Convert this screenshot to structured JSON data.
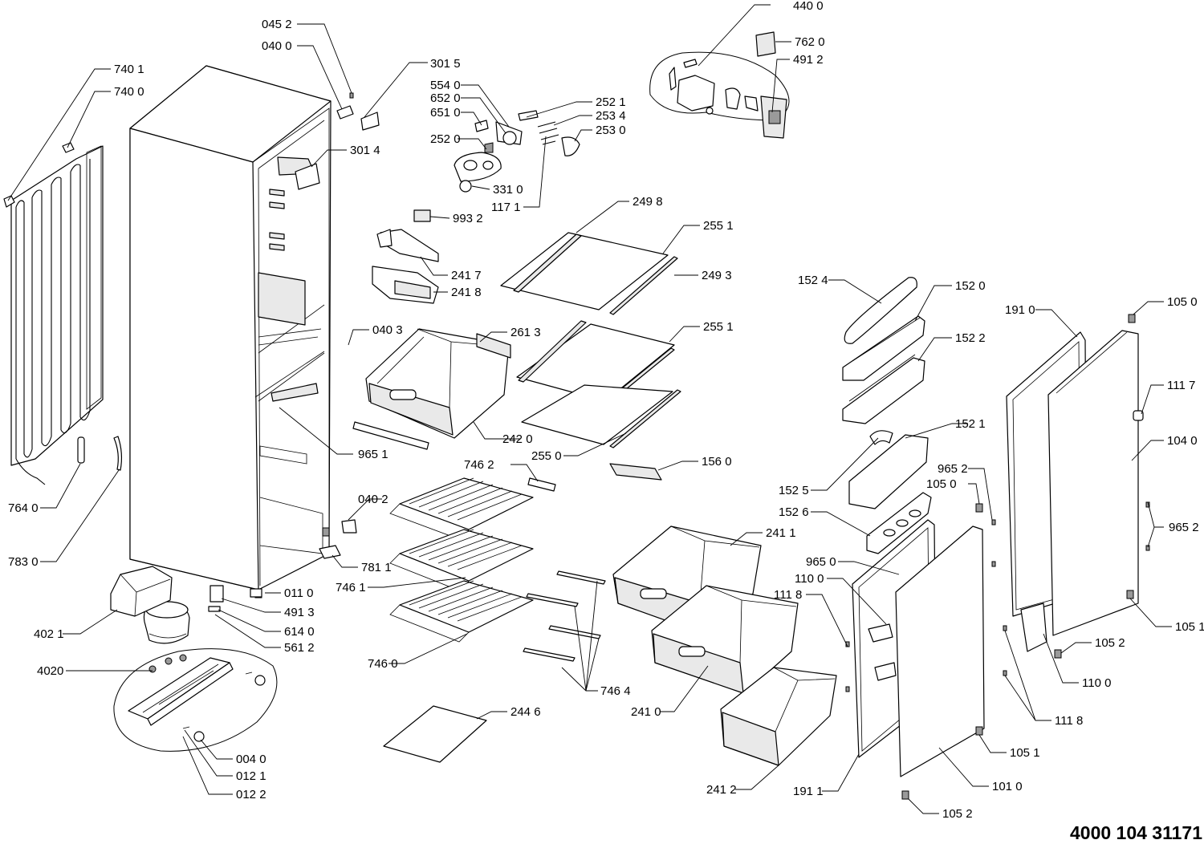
{
  "document_number": "4000 104 31171",
  "callouts": {
    "c0452": "045 2",
    "c0400": "040 0",
    "c3015": "301 5",
    "c4400": "440 0",
    "c7620": "762 0",
    "c4912": "491 2",
    "c7401": "740 1",
    "c7400": "740 0",
    "c5540": "554 0",
    "c6520": "652 0",
    "c6510": "651 0",
    "c2521": "252 1",
    "c2534": "253 4",
    "c2530": "253 0",
    "c2520": "252 0",
    "c3014": "301 4",
    "c3310": "331 0",
    "c1171": "117 1",
    "c2498": "249 8",
    "c2551a": "255 1",
    "c9932": "993 2",
    "c2417": "241 7",
    "c2493": "249 3",
    "c1524": "152 4",
    "c1520": "152 0",
    "c1910": "191 0",
    "c1050a": "105 0",
    "c2418": "241 8",
    "c0403": "040 3",
    "c2613": "261 3",
    "c2551b": "255 1",
    "c1522": "152 2",
    "c1117": "111 7",
    "c1040": "104 0",
    "c2420": "242 0",
    "c9651": "965 1",
    "c2550": "255 0",
    "c1560": "156 0",
    "c1521": "152 1",
    "c7462": "746 2",
    "c9652a": "965 2",
    "c1050b": "105 0",
    "c1525": "152 5",
    "c1526": "152 6",
    "c7640": "764 0",
    "c0402": "040 2",
    "c9652b": "965 2",
    "c2411": "241 1",
    "c7830": "783 0",
    "c7811": "781 1",
    "c9650": "965 0",
    "c7461": "746 1",
    "c1100a": "110 0",
    "c0110": "011 0",
    "c4913": "491 3",
    "c1118a": "111 8",
    "c4021": "402 1",
    "c6140": "614 0",
    "c1051a": "105 1",
    "c5612": "561 2",
    "c1052a": "105 2",
    "c4020": "4020",
    "c7460": "746 0",
    "c1100b": "110 0",
    "c7464": "746 4",
    "c2410": "241 0",
    "c1118b": "111 8",
    "c2446": "244 6",
    "c1051b": "105 1",
    "c0040": "004 0",
    "c0121": "012 1",
    "c0122": "012 2",
    "c2412": "241 2",
    "c1911": "191 1",
    "c1010": "101 0",
    "c1052b": "105 2"
  }
}
